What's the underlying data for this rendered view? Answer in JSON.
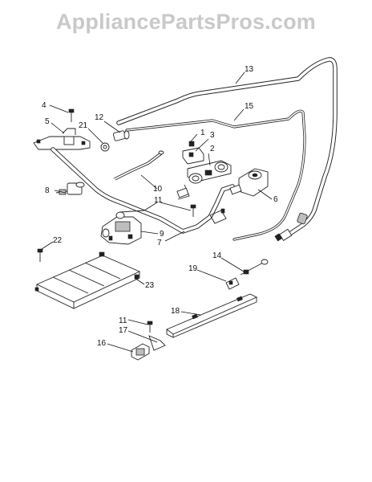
{
  "watermark": "AppliancePartsPros.com",
  "callouts": [
    {
      "id": "c1",
      "label": "1"
    },
    {
      "id": "c2",
      "label": "2"
    },
    {
      "id": "c3",
      "label": "3"
    },
    {
      "id": "c4",
      "label": "4"
    },
    {
      "id": "c5",
      "label": "5"
    },
    {
      "id": "c6",
      "label": "6"
    },
    {
      "id": "c7",
      "label": "7"
    },
    {
      "id": "c8",
      "label": "8"
    },
    {
      "id": "c9",
      "label": "9"
    },
    {
      "id": "c10",
      "label": "10"
    },
    {
      "id": "c11a",
      "label": "11"
    },
    {
      "id": "c11b",
      "label": "11"
    },
    {
      "id": "c12",
      "label": "12"
    },
    {
      "id": "c13",
      "label": "13"
    },
    {
      "id": "c14",
      "label": "14"
    },
    {
      "id": "c15",
      "label": "15"
    },
    {
      "id": "c16",
      "label": "16"
    },
    {
      "id": "c17",
      "label": "17"
    },
    {
      "id": "c18",
      "label": "18"
    },
    {
      "id": "c19",
      "label": "19"
    },
    {
      "id": "c21",
      "label": "21"
    },
    {
      "id": "c22",
      "label": "22"
    },
    {
      "id": "c23",
      "label": "23"
    }
  ],
  "colors": {
    "line": "#222222",
    "watermark": "#c9c9c9",
    "background": "#ffffff"
  }
}
